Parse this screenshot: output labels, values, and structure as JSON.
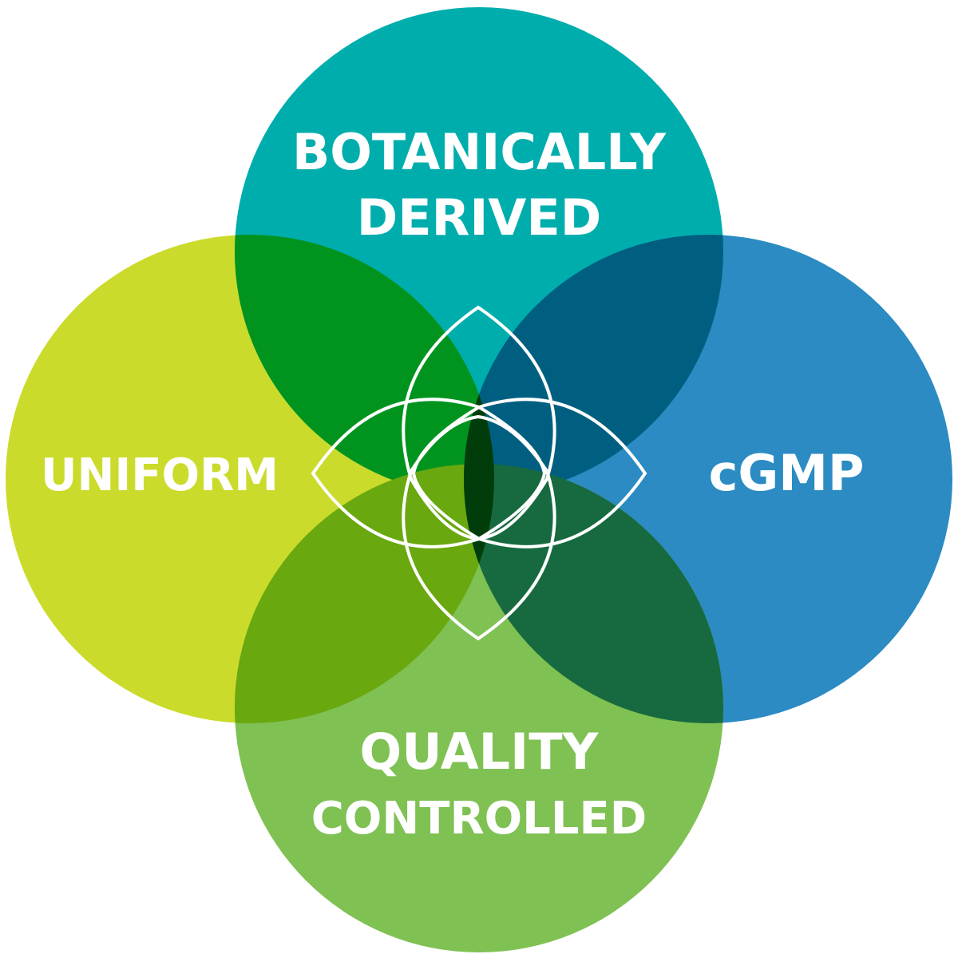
{
  "diagram": {
    "circles": [
      {
        "id": "top",
        "color": "#00adad",
        "lines": [
          "BOTANICALLY",
          "DERIVED"
        ]
      },
      {
        "id": "right",
        "color": "#2b8bc2",
        "lines": [
          "cGMP"
        ]
      },
      {
        "id": "left",
        "color": "#cbdb2b",
        "lines": [
          "UNIFORM"
        ]
      },
      {
        "id": "bottom",
        "color": "#7fc153",
        "lines": [
          "QUALITY",
          "CONTROLLED"
        ]
      }
    ],
    "overlap_colors": {
      "top_left": "#00941f",
      "top_right": "#005f80",
      "left_bottom": "#69a80e",
      "right_bottom": "#176a3f",
      "center": "#003d0a"
    },
    "emblem_color": "#ffffff"
  }
}
